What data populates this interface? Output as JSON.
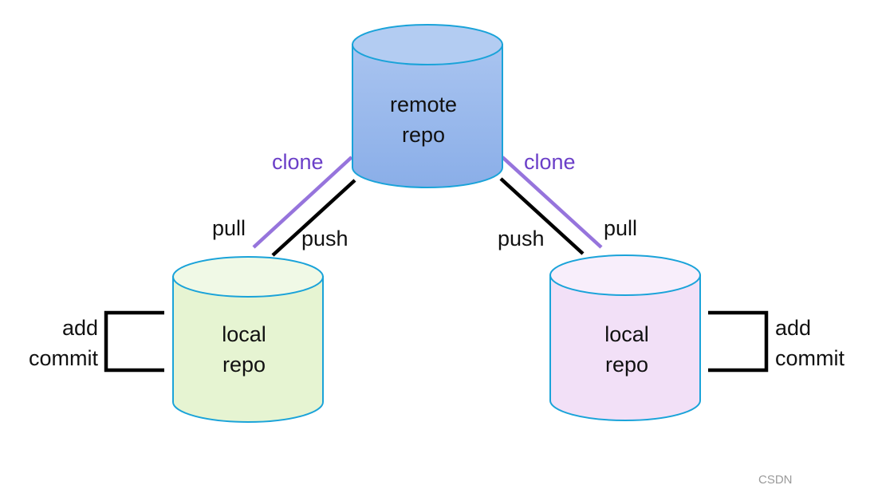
{
  "colors": {
    "clone": "#6b3fc8",
    "clone_line": "#9674dc",
    "push_pull_line": "#000000",
    "outline": "#1aa3d9",
    "remote_fill": "#8fb2ea",
    "local_left_fill": "#e6f4d2",
    "local_right_fill": "#f2e0f7"
  },
  "nodes": {
    "remote": {
      "line1": "remote",
      "line2": "repo"
    },
    "local_left": {
      "line1": "local",
      "line2": "repo"
    },
    "local_right": {
      "line1": "local",
      "line2": "repo"
    }
  },
  "edges": {
    "left": {
      "clone": "clone",
      "pull": "pull",
      "push": "push"
    },
    "right": {
      "clone": "clone",
      "pull": "pull",
      "push": "push"
    }
  },
  "loops": {
    "left": {
      "line1": "add",
      "line2": "commit"
    },
    "right": {
      "line1": "add",
      "line2": "commit"
    }
  },
  "watermark": "CSDN"
}
